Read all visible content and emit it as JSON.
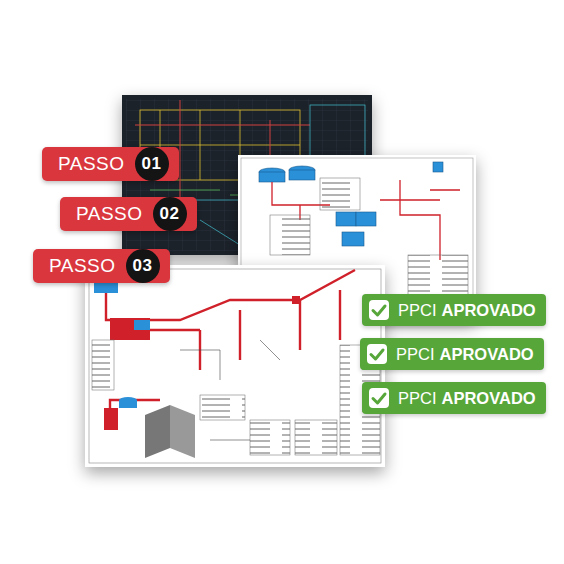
{
  "diagram": {
    "nodes": [
      {
        "text": [
          "PASSO"
        ]
      },
      {
        "text": [
          "01"
        ],
        "in": 0
      },
      {
        "text": [
          "PASSO"
        ]
      },
      {
        "text": [
          "02"
        ],
        "in": 2
      },
      {
        "text": [
          "PASSO"
        ]
      },
      {
        "text": [
          "03"
        ],
        "in": 4
      },
      {
        "text": [
          "PPCI",
          "APROVADO"
        ]
      },
      {
        "text": [
          "PPCI",
          "APROVADO"
        ]
      },
      {
        "text": [
          "PPCI",
          "APROVADO"
        ]
      }
    ]
  }
}
